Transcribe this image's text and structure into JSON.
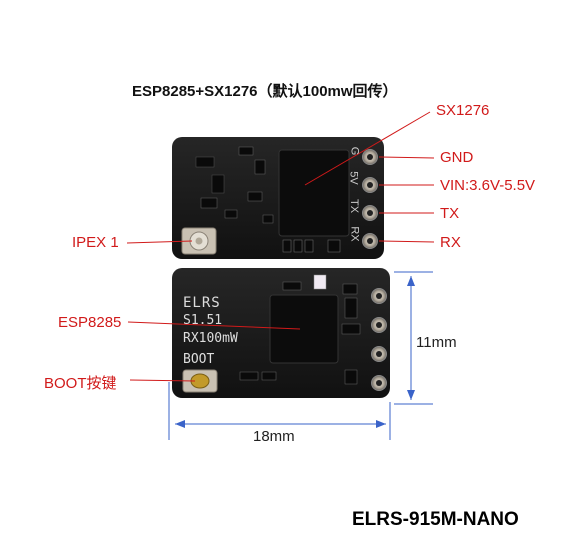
{
  "title": "ESP8285+SX1276（默认100mw回传）",
  "callouts": {
    "sx1276": "SX1276",
    "gnd": "GND",
    "vin": "VIN:3.6V-5.5V",
    "tx": "TX",
    "rx": "RX",
    "ipex": "IPEX 1",
    "esp8285": "ESP8285",
    "boot": "BOOT按键"
  },
  "dimensions": {
    "height": "11mm",
    "width": "18mm"
  },
  "board_silkscreen": {
    "line1": "ELRS",
    "line2": "S1.51",
    "line3": "RX100mW",
    "line4": "BOOT"
  },
  "pin_labels": [
    "G",
    "5V",
    "TX",
    "RX"
  ],
  "product_name": "ELRS-915M-NANO",
  "colors": {
    "callout": "#d11a1a",
    "pcb": "#1a1a1a",
    "leader_blue": "#3a63c9"
  }
}
